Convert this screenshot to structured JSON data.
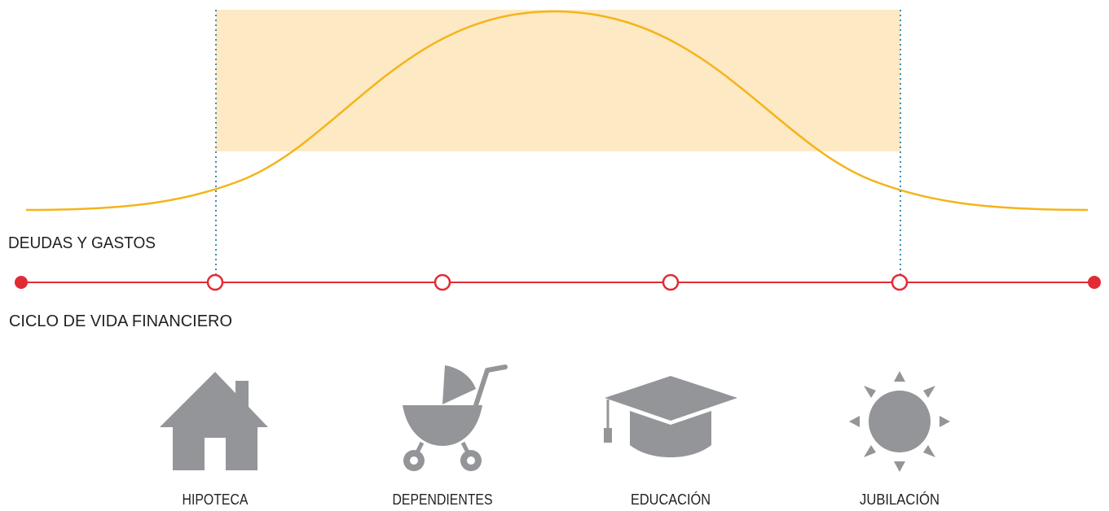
{
  "labels": {
    "debts_expenses": "DEUDAS Y GASTOS",
    "financial_life_cycle": "CICLO DE VIDA FINANCIERO"
  },
  "stages": [
    {
      "id": "hipoteca",
      "label": "HIPOTECA",
      "icon": "house-icon"
    },
    {
      "id": "dependientes",
      "label": "DEPENDIENTES",
      "icon": "stroller-icon"
    },
    {
      "id": "educacion",
      "label": "EDUCACIÓN",
      "icon": "graduation-cap-icon"
    },
    {
      "id": "jubilacion",
      "label": "JUBILACIÓN",
      "icon": "sun-icon"
    }
  ],
  "colors": {
    "curve": "#f4b41a",
    "band": "#fde9c4",
    "timeline": "#e22a35",
    "guide": "#3b8fb3",
    "icon": "#939598",
    "text": "#231f20"
  }
}
